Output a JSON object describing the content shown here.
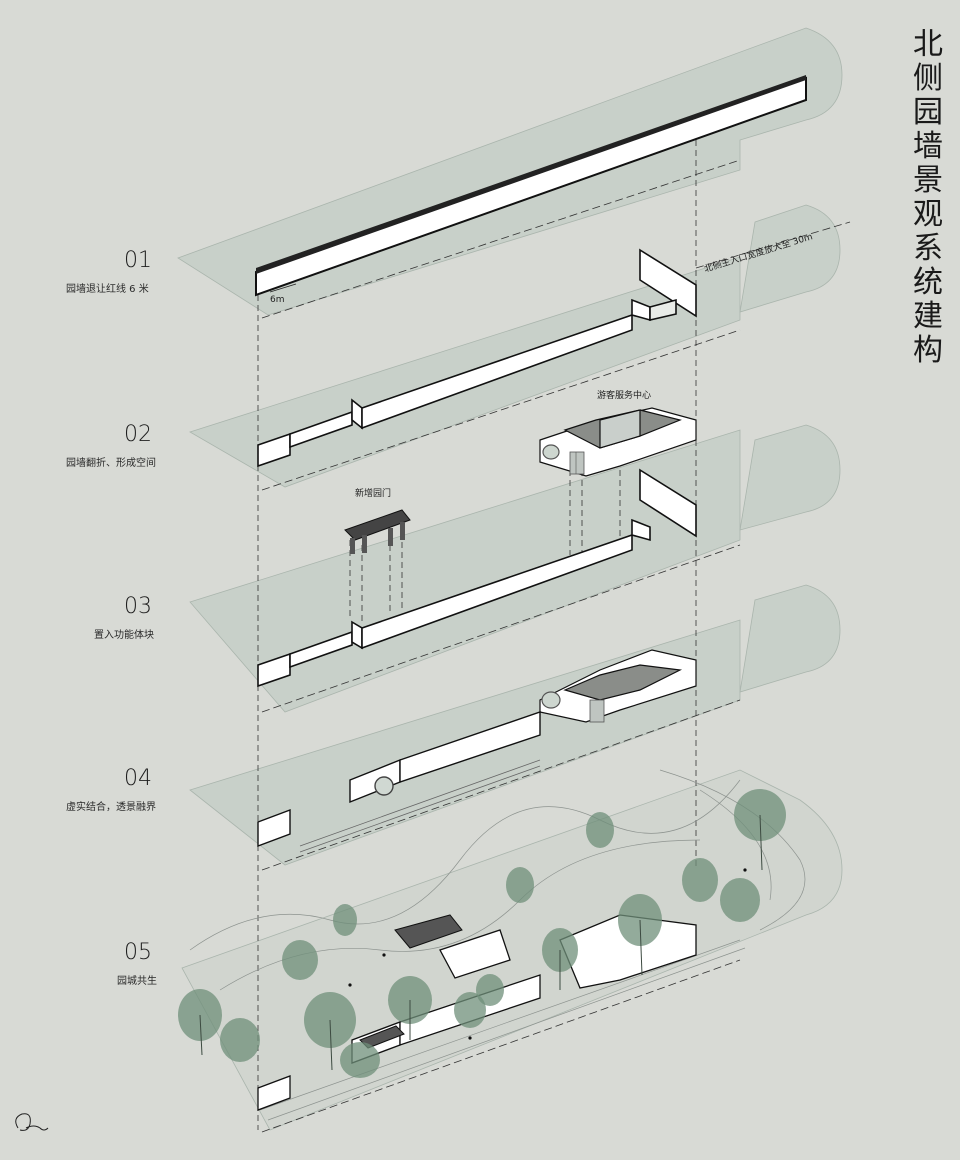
{
  "title": "北侧园墙景观系统建构",
  "steps": [
    {
      "num": "01",
      "caption": "园墙退让红线 6 米"
    },
    {
      "num": "02",
      "caption": "园墙翻折、形成空间"
    },
    {
      "num": "03",
      "caption": "置入功能体块"
    },
    {
      "num": "04",
      "caption": "虚实结合，透景融界"
    },
    {
      "num": "05",
      "caption": "园城共生"
    }
  ],
  "annotations": {
    "setback": "6m",
    "entrance_width": "北侧主入口宽度放大至 30m",
    "visitor_center": "游客服务中心",
    "new_gate": "新增园门"
  },
  "colors": {
    "paper": "#d8dad5",
    "plane": "#bfcbc3",
    "wall": "#ffffff",
    "outline": "#1a1a1a",
    "tree": "#6f8f7a"
  }
}
